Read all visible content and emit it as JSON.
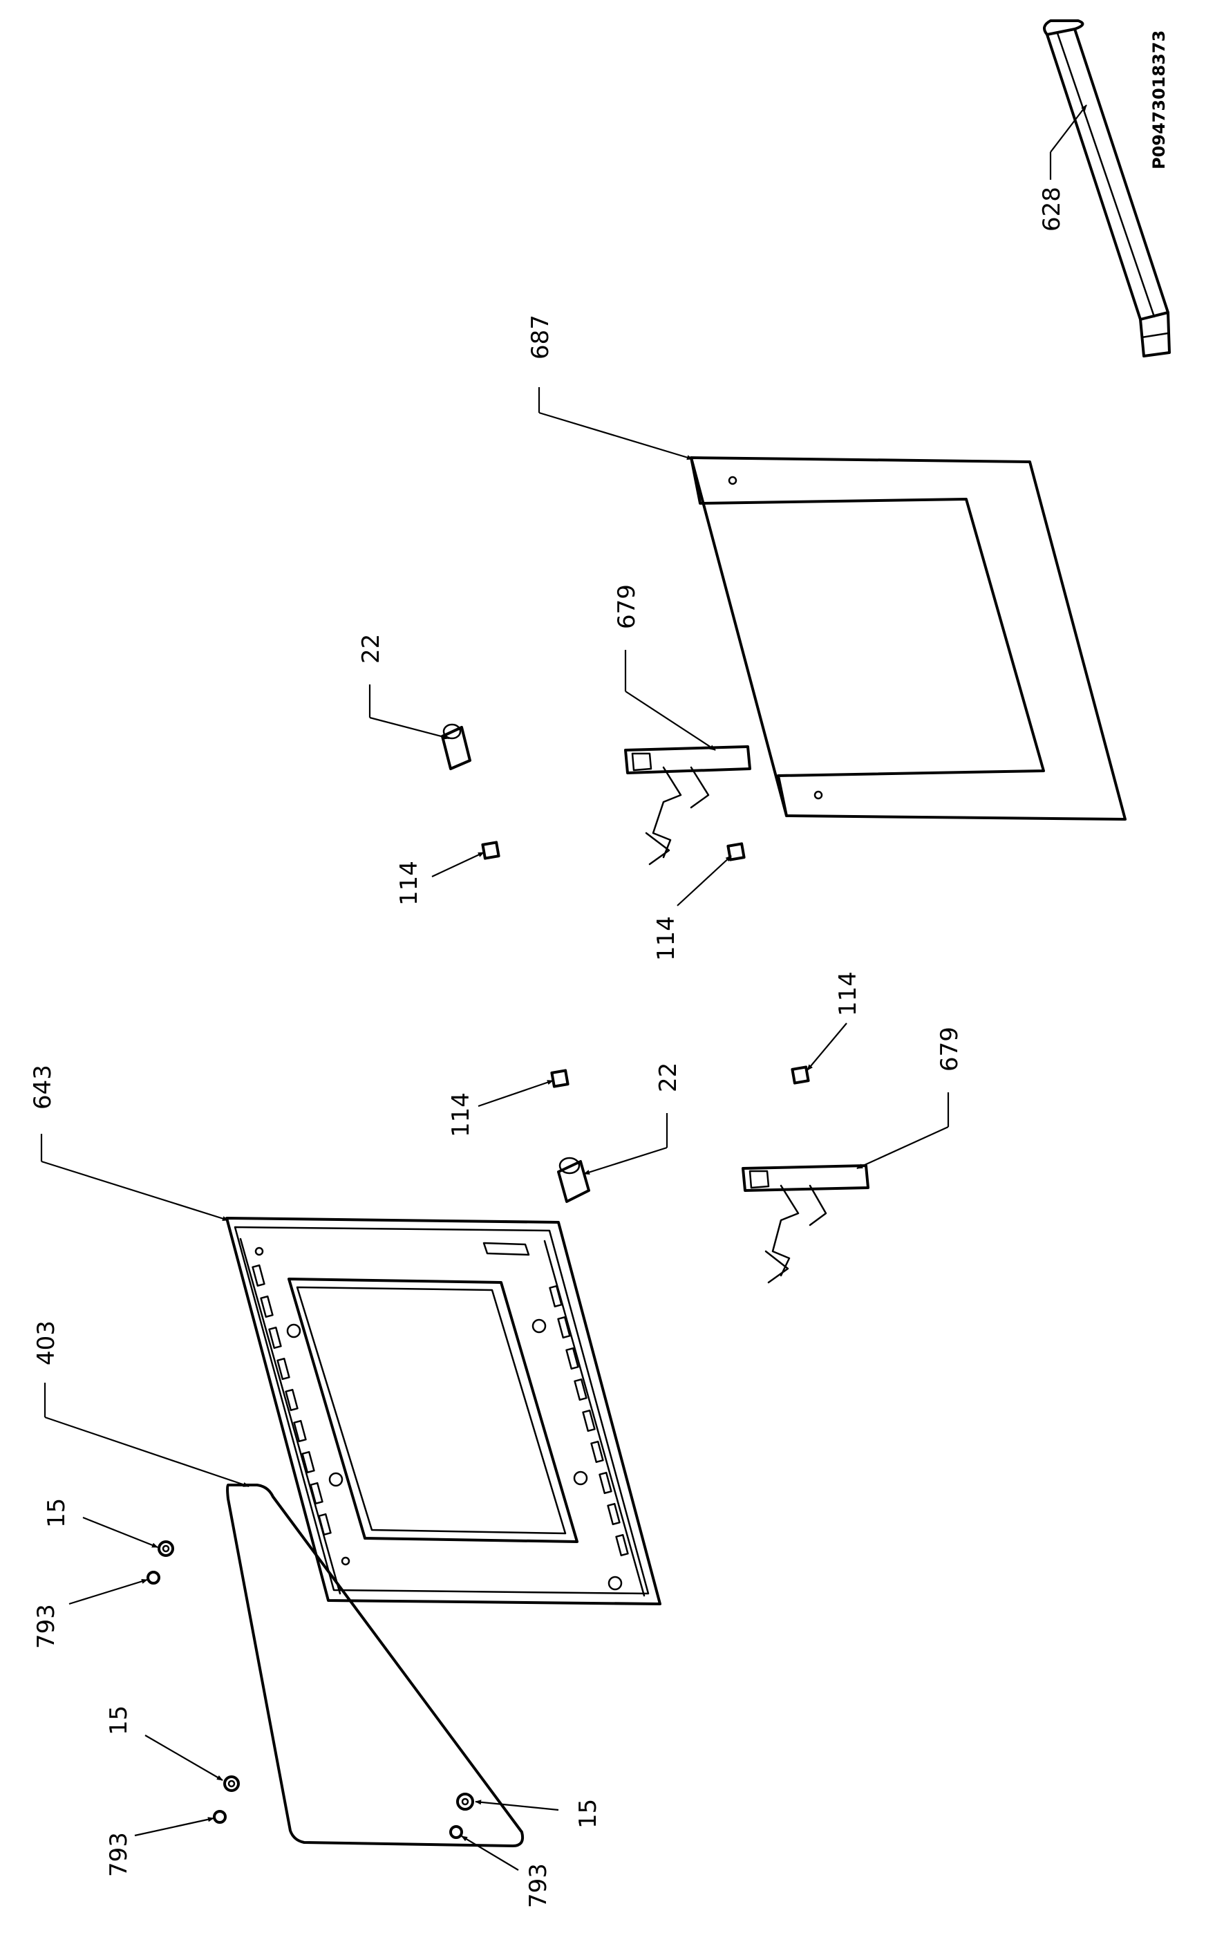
{
  "drawing_code": "P09473018373",
  "labels": {
    "p628": "628",
    "p687": "687",
    "p22a": "22",
    "p679a": "679",
    "p114a": "114",
    "p114b": "114",
    "p643": "643",
    "p114c": "114",
    "p114d": "114",
    "p22b": "22",
    "p679b": "679",
    "p403": "403",
    "p15a": "15",
    "p793a": "793",
    "p15b": "15",
    "p793b": "793",
    "p15c": "15",
    "p793c": "793"
  }
}
